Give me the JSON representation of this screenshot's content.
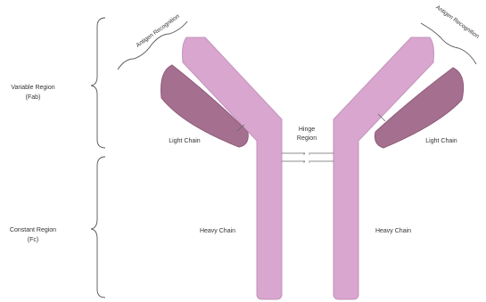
{
  "labels": {
    "variable_region_line1": "Variable Region",
    "variable_region_line2": "(Fab)",
    "constant_region_line1": "Constant Region",
    "constant_region_line2": "(Fc)",
    "antigen_left": "Antigen Recognition",
    "antigen_right": "Antigen Recognition",
    "hinge_line1": "Hinge",
    "hinge_line2": "Region",
    "light_chain_left": "Light Chain",
    "light_chain_right": "Light Chain",
    "heavy_chain_left": "Heavy Chain",
    "heavy_chain_right": "Heavy Chain",
    "disulfide_symbol": "s"
  },
  "colors": {
    "heavy_chain": "#d8a6cf",
    "light_chain": "#a5708f",
    "text": "#333333"
  }
}
